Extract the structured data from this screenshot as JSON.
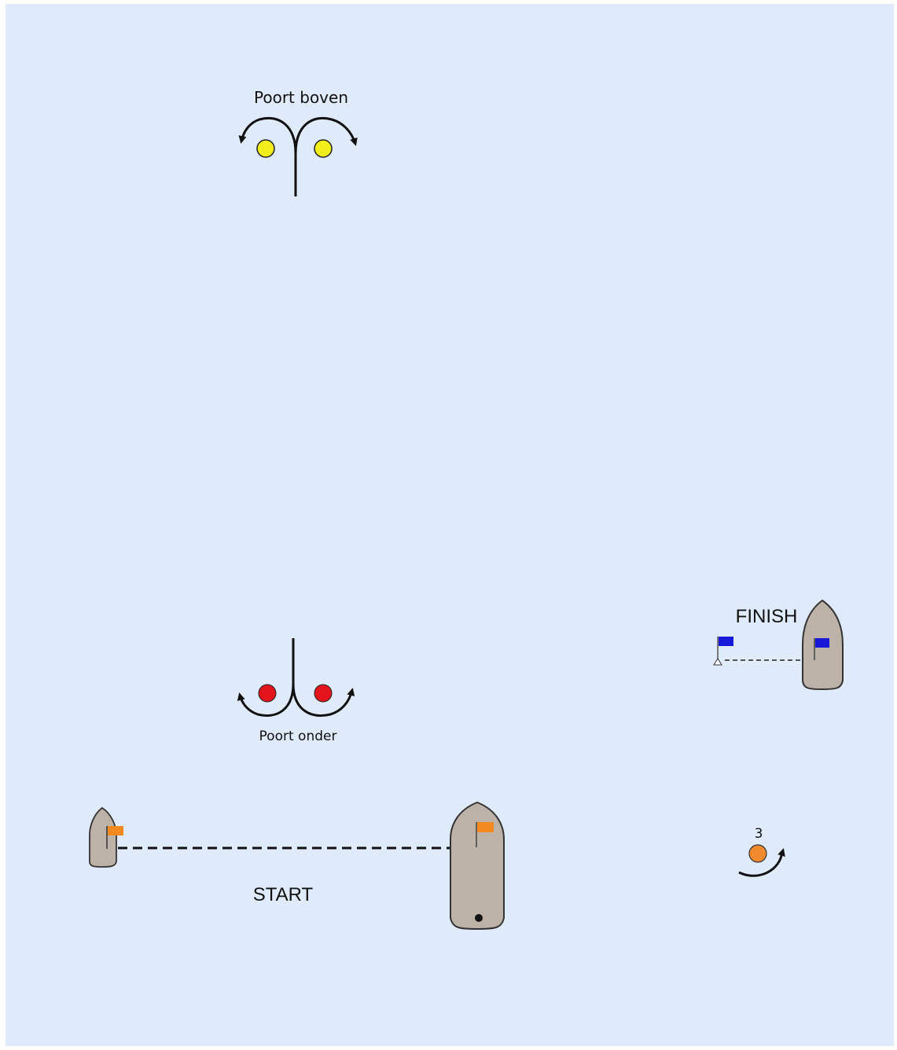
{
  "diagram": {
    "gate_top_label": "Poort boven",
    "gate_bottom_label": "Poort onder",
    "start_label": "START",
    "finish_label": "FINISH",
    "mark_number": "3"
  },
  "colors": {
    "water": "#dfeafb",
    "gate_top_buoy": "#f2ee1c",
    "gate_bottom_buoy": "#e3141b",
    "mark_3_buoy": "#f08a2c",
    "boat_hull": "#bdb2a8",
    "start_flag": "#f28a20",
    "finish_flag": "#1818d8",
    "line": "#111111"
  },
  "icons": {
    "top_gate_buoys": "yellow-buoy-icon",
    "bottom_gate_buoys": "red-buoy-icon",
    "committee_boat": "boat-icon",
    "start_flag": "orange-flag-icon",
    "finish_flag": "blue-flag-icon",
    "rounding_arrow": "curved-arrow-icon"
  }
}
